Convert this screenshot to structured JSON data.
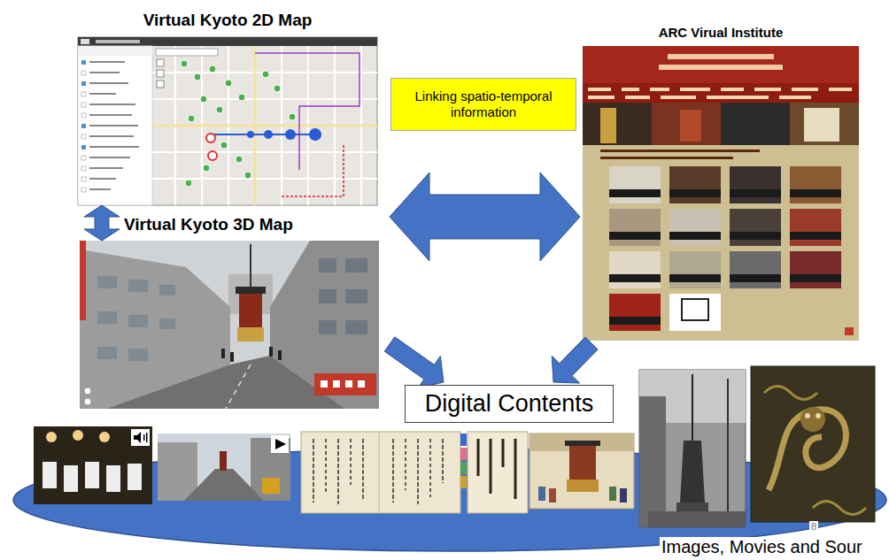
{
  "diagram": {
    "nodes": [
      {
        "text": [
          "Virtual Kyoto 2D Map"
        ]
      },
      {
        "text": [
          "Virtual Kyoto 3D Map"
        ]
      },
      {
        "text": [
          "ARC Virual Institute"
        ]
      },
      {
        "text": [
          "Linking spatio-temporal information"
        ]
      },
      {
        "text": [
          "Digital Contents"
        ]
      }
    ],
    "edges": [
      {
        "from": 0,
        "to": 1,
        "arrow": "both"
      },
      {
        "from": 1,
        "to": 2,
        "arrow": "both"
      },
      {
        "from": 1,
        "to": 4,
        "arrow": "to"
      },
      {
        "from": 2,
        "to": 4,
        "arrow": "to"
      }
    ],
    "labels": [
      "8",
      "Images, Movies and Sour"
    ]
  }
}
